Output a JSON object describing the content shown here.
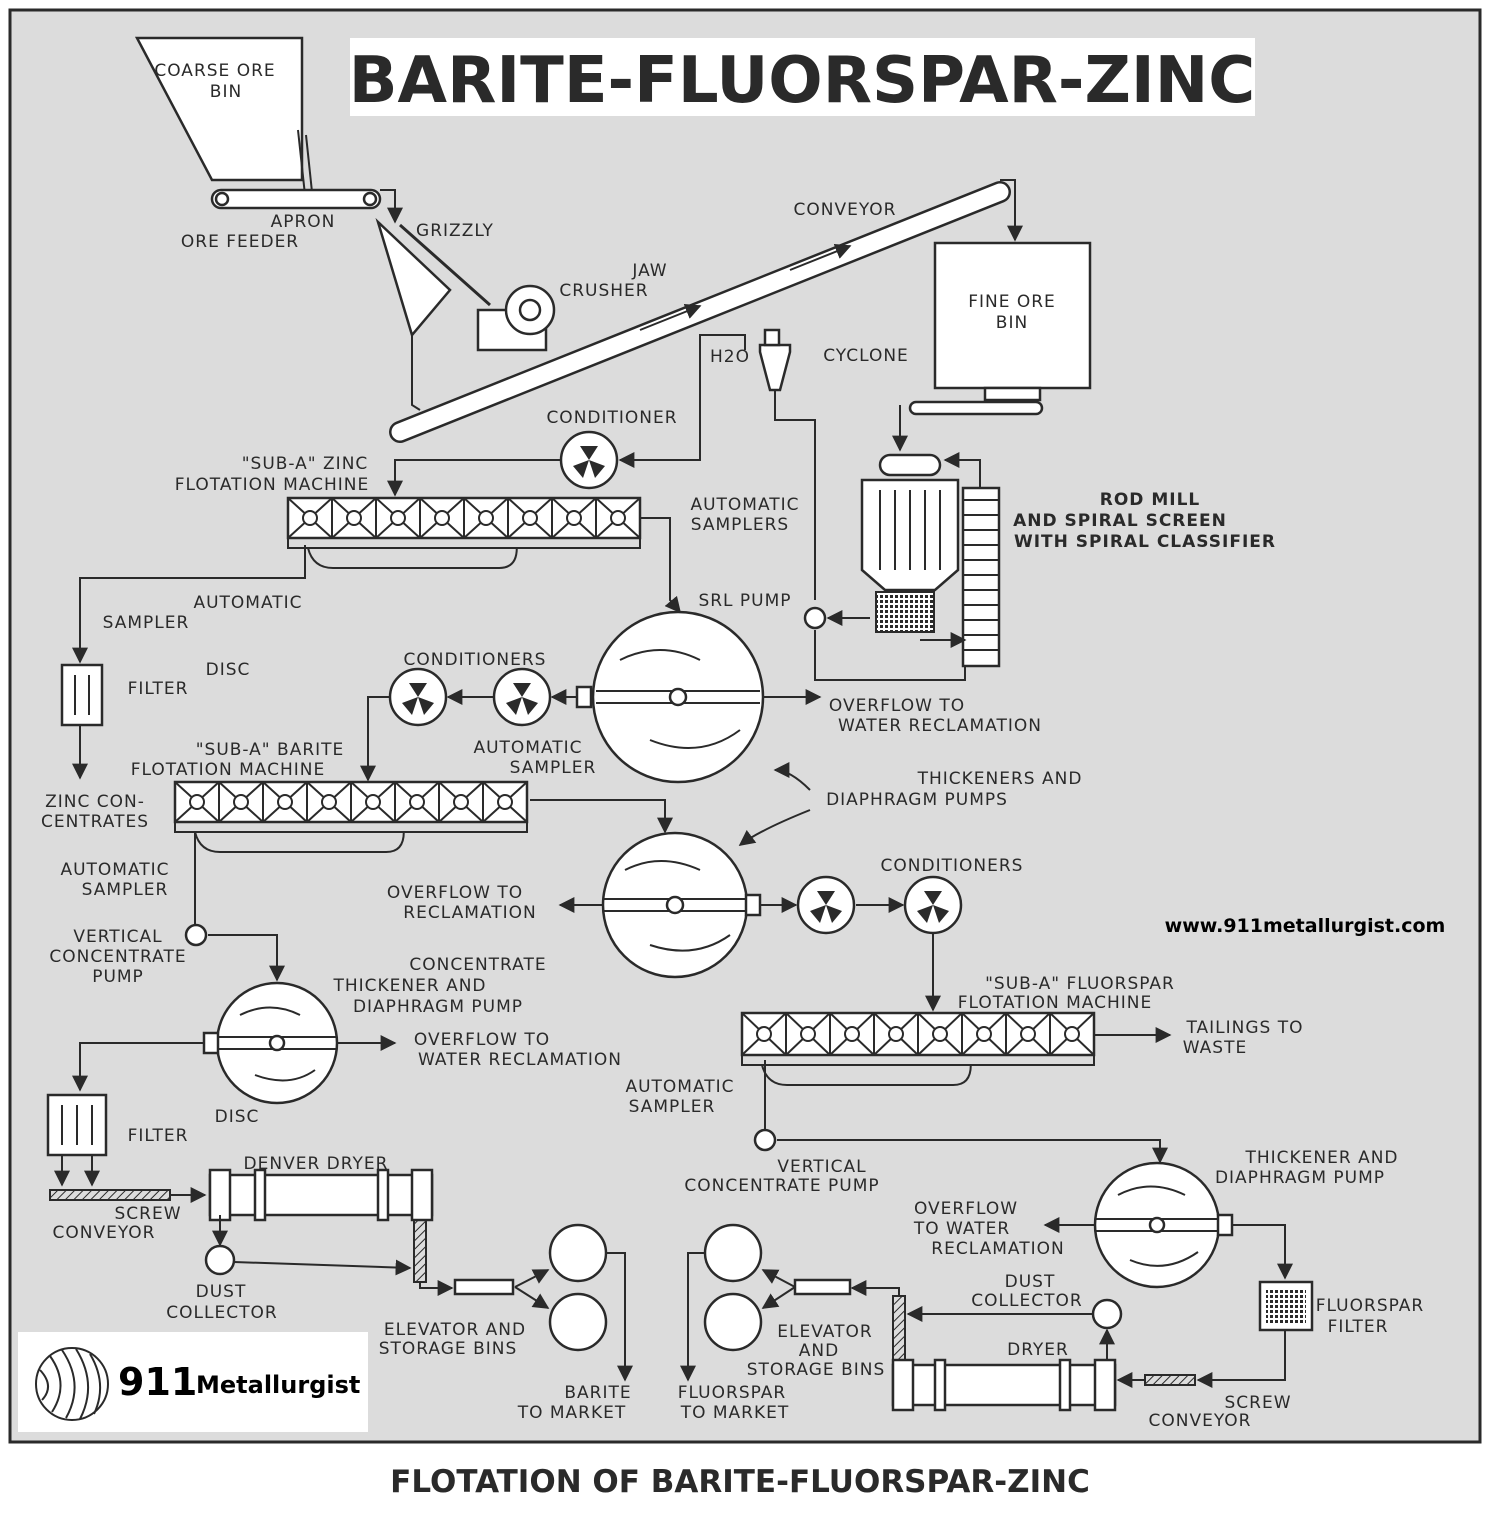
{
  "title": "BARITE-FLUORSPAR-ZINC",
  "caption": "FLOTATION OF BARITE-FLUORSPAR-ZINC",
  "website": "www.911metallurgist.com",
  "logo": {
    "number": "911",
    "word": "Metallurgist"
  },
  "labels": {
    "coarse_ore_bin": [
      "COARSE ORE",
      "BIN"
    ],
    "apron_ore_feeder": [
      "APRON",
      "ORE FEEDER"
    ],
    "grizzly": "GRIZZLY",
    "jaw_crusher": [
      "JAW",
      "CRUSHER"
    ],
    "conveyor": "CONVEYOR",
    "fine_ore_bin": [
      "FINE ORE",
      "BIN"
    ],
    "h2o": "H2O",
    "cyclone": "CYCLONE",
    "conditioner": "CONDITIONER",
    "sub_a_zinc": [
      "\"SUB-A\" ZINC",
      "FLOTATION MACHINE"
    ],
    "rod_mill": [
      "ROD MILL",
      "AND SPIRAL SCREEN",
      "WITH SPIRAL CLASSIFIER"
    ],
    "automatic_samplers": [
      "AUTOMATIC",
      "SAMPLERS"
    ],
    "srl_pump": "SRL PUMP",
    "automatic_sampler_zinc": [
      "AUTOMATIC",
      "SAMPLER"
    ],
    "disc_filter_zinc": [
      "DISC",
      "FILTER"
    ],
    "conditioners_1": "CONDITIONERS",
    "overflow_water_reclamation_1": [
      "OVERFLOW TO",
      "WATER RECLAMATION"
    ],
    "sub_a_barite": [
      "\"SUB-A\" BARITE",
      "FLOTATION MACHINE"
    ],
    "automatic_sampler_barite_feed": [
      "AUTOMATIC",
      "SAMPLER"
    ],
    "zinc_concentrates": [
      "ZINC CON-",
      "CENTRATES"
    ],
    "thickeners_diaphragm": [
      "THICKENERS AND",
      "DIAPHRAGM PUMPS"
    ],
    "automatic_sampler_barite": [
      "AUTOMATIC",
      "SAMPLER"
    ],
    "overflow_reclamation": [
      "OVERFLOW TO",
      "RECLAMATION"
    ],
    "conditioners_2": "CONDITIONERS",
    "vertical_concentrate_pump_1": [
      "VERTICAL",
      "CONCENTRATE",
      "PUMP"
    ],
    "concentrate_thickener": [
      "CONCENTRATE",
      "THICKENER AND",
      "DIAPHRAGM PUMP"
    ],
    "overflow_water_reclamation_2": [
      "OVERFLOW TO",
      "WATER RECLAMATION"
    ],
    "sub_a_fluorspar": [
      "\"SUB-A\" FLUORSPAR",
      "FLOTATION MACHINE"
    ],
    "tailings_to_waste": [
      "TAILINGS TO",
      "WASTE"
    ],
    "disc_filter_barite": [
      "DISC",
      "FILTER"
    ],
    "automatic_sampler_fluorspar": [
      "AUTOMATIC",
      "SAMPLER"
    ],
    "denver_dryer": "DENVER DRYER",
    "screw_conveyor_1": [
      "SCREW",
      "CONVEYOR"
    ],
    "vertical_concentrate_pump_2": [
      "VERTICAL",
      "CONCENTRATE PUMP"
    ],
    "thickener_diaphragm_pump": [
      "THICKENER AND",
      "DIAPHRAGM PUMP"
    ],
    "overflow_water_reclamation_3": [
      "OVERFLOW",
      "TO WATER",
      "RECLAMATION"
    ],
    "dust_collector_1": [
      "DUST",
      "COLLECTOR"
    ],
    "elevator_storage_bins_1": [
      "ELEVATOR AND",
      "STORAGE BINS"
    ],
    "barite_to_market": [
      "BARITE",
      "TO MARKET"
    ],
    "fluorspar_to_market": [
      "FLUORSPAR",
      "TO MARKET"
    ],
    "elevator_storage_bins_2": [
      "ELEVATOR",
      "AND",
      "STORAGE BINS"
    ],
    "dust_collector_2": [
      "DUST",
      "COLLECTOR"
    ],
    "dryer": "DRYER",
    "fluorspar_filter": [
      "FLUORSPAR",
      "FILTER"
    ],
    "screw_conveyor_2": [
      "SCREW",
      "CONVEYOR"
    ]
  }
}
